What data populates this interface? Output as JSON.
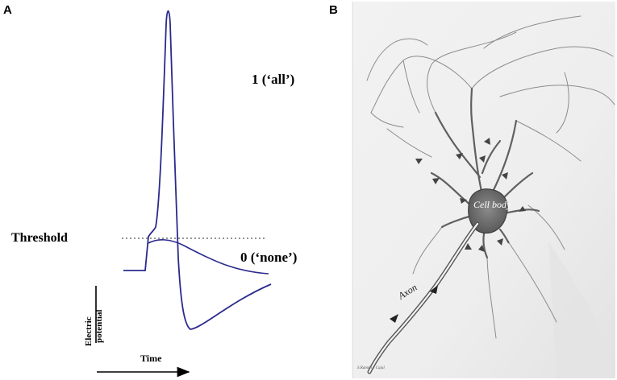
{
  "panel_a": {
    "letter": "A",
    "threshold_label": "Threshold",
    "all_label": "1 (‘all’)",
    "none_label": "0 (‘none’)",
    "ylabel_line1": "Electric",
    "ylabel_line2": "potential",
    "xlabel": "Time",
    "curve_color": "#2a2a8c"
  },
  "panel_b": {
    "letter": "B",
    "cell_body_label": "Cell body",
    "axon_label": "Axon",
    "signature": "S.Ramón y Cajal"
  }
}
